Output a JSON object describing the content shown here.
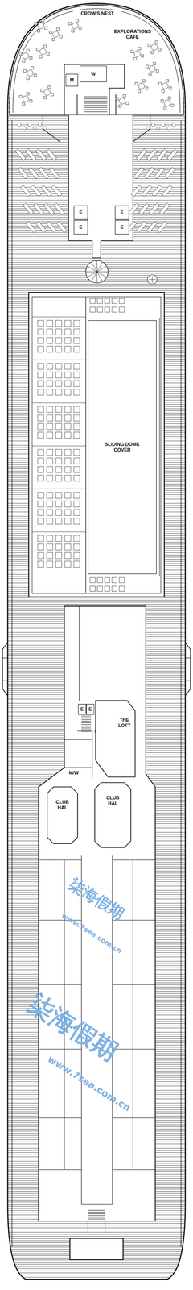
{
  "diagram": {
    "nodes": [
      {
        "text": [
          "M"
        ]
      },
      {
        "text": [
          "W"
        ]
      },
      {
        "text": [
          "E"
        ]
      },
      {
        "text": [
          "E"
        ]
      },
      {
        "text": [
          "E"
        ]
      },
      {
        "text": [
          "E"
        ]
      },
      {
        "text": [
          "SLIDING DOME COVER"
        ]
      },
      {
        "text": [
          "E"
        ]
      },
      {
        "text": [
          "E"
        ]
      },
      {
        "text": [
          "THE LOFT"
        ]
      },
      {
        "text": [
          "CLUB HAL"
        ]
      },
      {
        "text": [
          "CLUB HAL"
        ]
      }
    ],
    "labels": [
      "CROW'S NEST",
      "EXPLORATIONS CAFÉ",
      "M/W",
      "柒海假期",
      "www.7sea.com.cn",
      "柒海假期",
      "www.7sea.com.cn"
    ]
  }
}
